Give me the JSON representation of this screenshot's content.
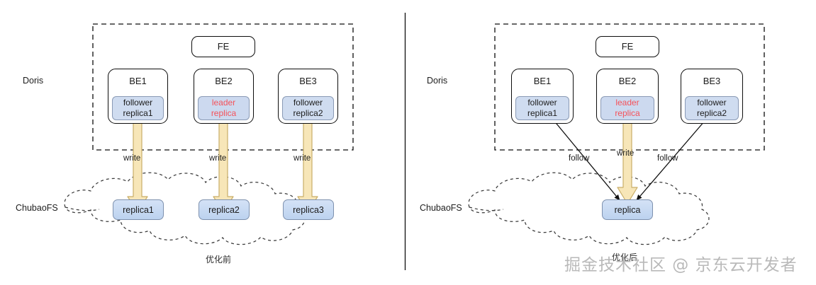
{
  "figure": {
    "divider": "vertical-rule",
    "watermark": "掘金技术社区 @ 京东云开发者"
  },
  "colors": {
    "replica_fill": "#cfdcf0",
    "replica_border": "#8a9ab5",
    "leader_text": "#f5525a",
    "arrow_fill": "#f7e6b8",
    "arrow_border": "#c9ae68",
    "cloud_stroke": "#3a3a3a",
    "box_stroke": "#0d0d0d",
    "watermark_color": "#b9b9b9"
  },
  "panels": [
    {
      "id": "before",
      "caption": "优化前",
      "doris_label": "Doris",
      "storage_label": "ChubaoFS",
      "fe": {
        "label": "FE"
      },
      "be_nodes": [
        {
          "name": "BE1",
          "replica_line1": "follower",
          "replica_line2": "replica1",
          "role": "follower"
        },
        {
          "name": "BE2",
          "replica_line1": "leader",
          "replica_line2": "replica",
          "role": "leader"
        },
        {
          "name": "BE3",
          "replica_line1": "follower",
          "replica_line2": "replica2",
          "role": "follower"
        }
      ],
      "fs_replicas": [
        {
          "label": "replica1"
        },
        {
          "label": "replica2"
        },
        {
          "label": "replica3"
        }
      ],
      "edges": [
        {
          "label": "write",
          "kind": "block-arrow",
          "from": "BE1",
          "to": "replica1"
        },
        {
          "label": "write",
          "kind": "block-arrow",
          "from": "BE2",
          "to": "replica2"
        },
        {
          "label": "write",
          "kind": "block-arrow",
          "from": "BE3",
          "to": "replica3"
        }
      ]
    },
    {
      "id": "after",
      "caption": "优化后",
      "doris_label": "Doris",
      "storage_label": "ChubaoFS",
      "fe": {
        "label": "FE"
      },
      "be_nodes": [
        {
          "name": "BE1",
          "replica_line1": "follower",
          "replica_line2": "replica1",
          "role": "follower"
        },
        {
          "name": "BE2",
          "replica_line1": "leader",
          "replica_line2": "replica",
          "role": "leader"
        },
        {
          "name": "BE3",
          "replica_line1": "follower",
          "replica_line2": "replica2",
          "role": "follower"
        }
      ],
      "fs_replicas": [
        {
          "label": "replica"
        }
      ],
      "edges": [
        {
          "label": "follow",
          "kind": "thin-arrow",
          "from": "BE1",
          "to": "replica"
        },
        {
          "label": "write",
          "kind": "block-arrow",
          "from": "BE2",
          "to": "replica"
        },
        {
          "label": "follow",
          "kind": "thin-arrow",
          "from": "BE3",
          "to": "replica"
        }
      ]
    }
  ]
}
